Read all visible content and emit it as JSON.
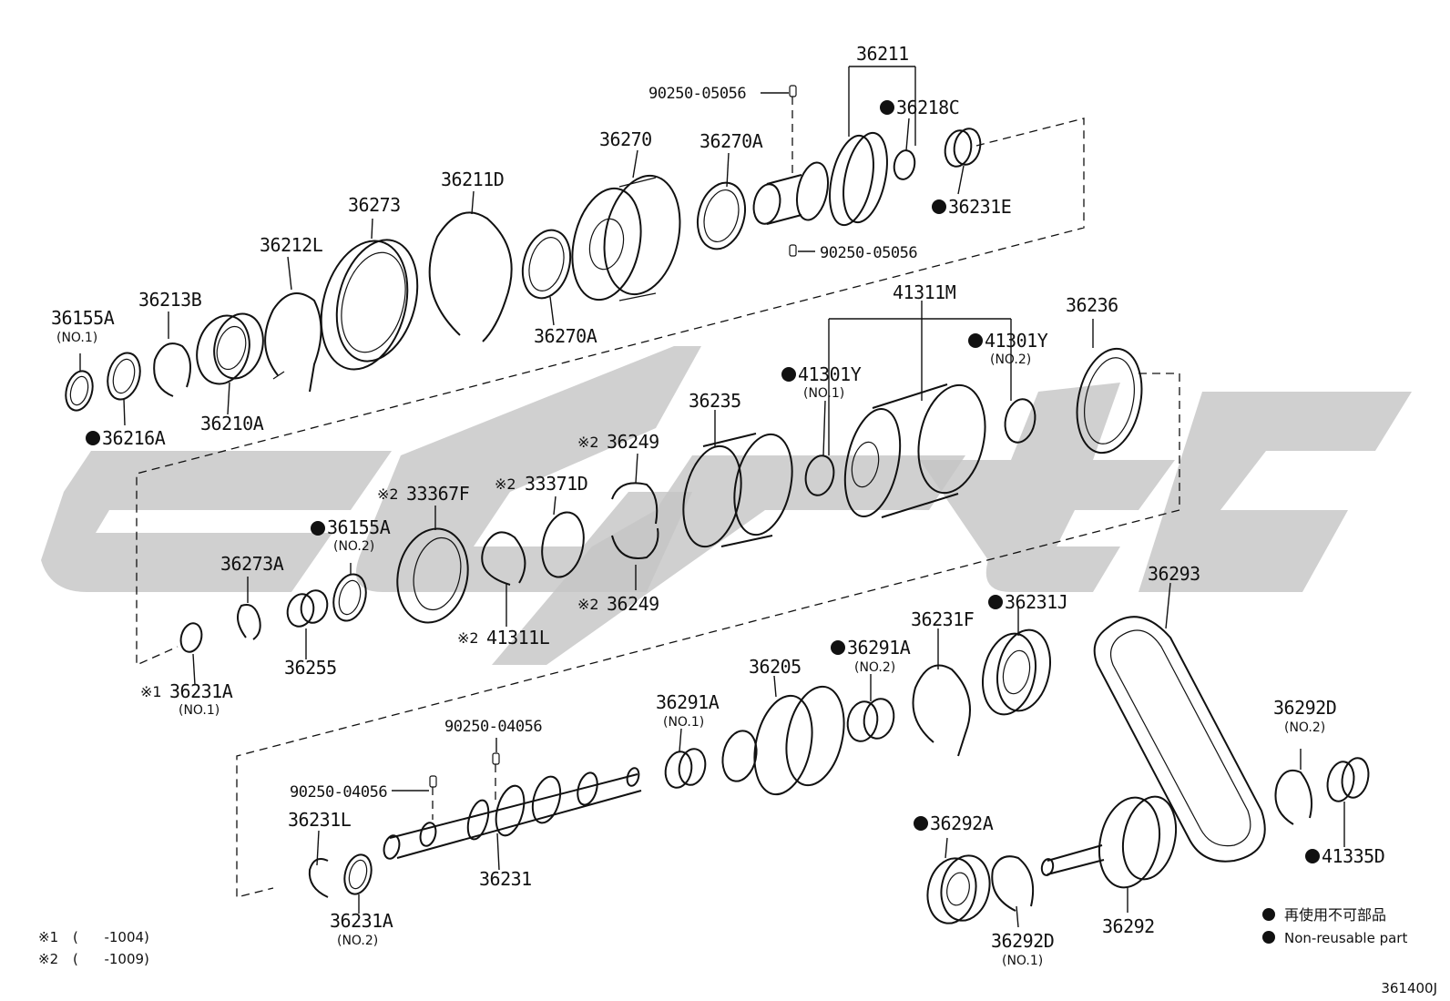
{
  "diagram_code": "361400J",
  "legend": {
    "jp": "再使用不可部品",
    "en": "Non-reusable part"
  },
  "footnotes": [
    {
      "mark": "※1",
      "range": "(      -1004)"
    },
    {
      "mark": "※2",
      "range": "(      -1009)"
    }
  ],
  "labels": {
    "p36211": "36211",
    "p90250_05056_a": "90250-05056",
    "p36218C": "36218C",
    "p36270": "36270",
    "p36270A_top": "36270A",
    "p36211D": "36211D",
    "p36273": "36273",
    "p36212L": "36212L",
    "p36213B": "36213B",
    "p36155A_1": "36155A",
    "p36155A_1_sub": "(NO.1)",
    "p36231E": "36231E",
    "p90250_05056_b": "90250-05056",
    "p36270A_bot": "36270A",
    "p36216A": "36216A",
    "p36210A": "36210A",
    "p41311M": "41311M",
    "p36236": "36236",
    "p41301Y_2": "41301Y",
    "p41301Y_2_sub": "(NO.2)",
    "p41301Y_1": "41301Y",
    "p41301Y_1_sub": "(NO.1)",
    "p36235": "36235",
    "p36249_top": "36249",
    "p36249_top_mark": "※2",
    "p33371D": "33371D",
    "p33371D_mark": "※2",
    "p33367F": "33367F",
    "p33367F_mark": "※2",
    "p36155A_2": "36155A",
    "p36155A_2_sub": "(NO.2)",
    "p36273A": "36273A",
    "p36249_bot": "36249",
    "p36249_bot_mark": "※2",
    "p41311L": "41311L",
    "p41311L_mark": "※2",
    "p36255": "36255",
    "p36231A_1": "36231A",
    "p36231A_1_mark": "※1",
    "p36231A_1_sub": "(NO.1)",
    "p36293": "36293",
    "p36231J": "36231J",
    "p36231F": "36231F",
    "p36291A_2": "36291A",
    "p36291A_2_sub": "(NO.2)",
    "p36205": "36205",
    "p36291A_1": "36291A",
    "p36291A_1_sub": "(NO.1)",
    "p90250_04056_a": "90250-04056",
    "p90250_04056_b": "90250-04056",
    "p36292D_2": "36292D",
    "p36292D_2_sub": "(NO.2)",
    "p36231L": "36231L",
    "p36292A": "36292A",
    "p41335D": "41335D",
    "p36231": "36231",
    "p36231A_2": "36231A",
    "p36231A_2_sub": "(NO.2)",
    "p36292": "36292",
    "p36292D_1": "36292D",
    "p36292D_1_sub": "(NO.1)"
  }
}
